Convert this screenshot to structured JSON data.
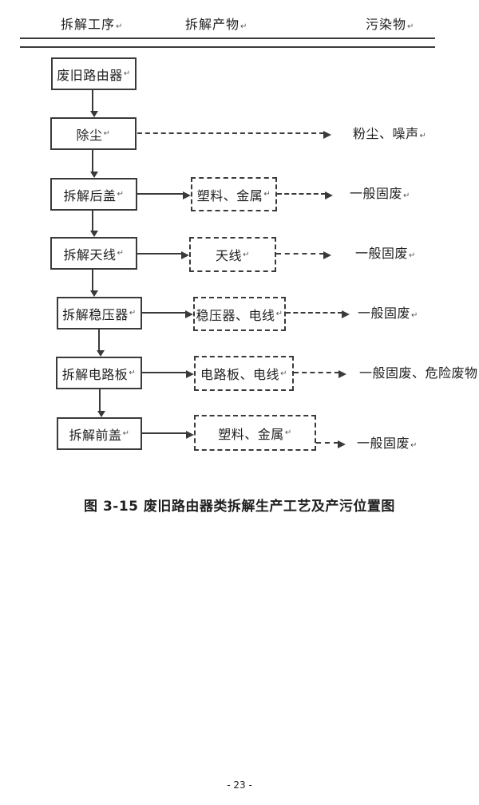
{
  "header": {
    "columns": [
      "拆解工序",
      "拆解产物",
      "污染物"
    ]
  },
  "marks": {
    "return": "↵"
  },
  "flow": {
    "steps": [
      {
        "label": "废旧路由器"
      },
      {
        "label": "除尘",
        "pollutant": "粉尘、噪声"
      },
      {
        "label": "拆解后盖",
        "product": "塑料、金属",
        "pollutant": "一般固废"
      },
      {
        "label": "拆解天线",
        "product": "天线",
        "pollutant": "一般固废"
      },
      {
        "label": "拆解稳压器",
        "product": "稳压器、电线",
        "pollutant": "一般固废"
      },
      {
        "label": "拆解电路板",
        "product": "电路板、电线",
        "pollutant": "一般固废、危险废物"
      },
      {
        "label": "拆解前盖",
        "product": "塑料、金属",
        "pollutant": "一般固废"
      }
    ]
  },
  "caption": "图 3-15 废旧路由器类拆解生产工艺及产污位置图",
  "footer": {
    "page_number": "- 23 -"
  },
  "colors": {
    "ink": "#3a3a3a",
    "text": "#1f1f1f"
  }
}
